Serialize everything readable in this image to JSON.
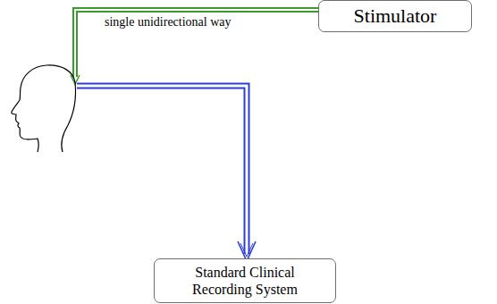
{
  "diagram": {
    "nodes": [
      {
        "text": [
          "Stimulator"
        ]
      },
      {
        "text": [
          "Standard Clinical Recording System"
        ]
      }
    ],
    "labels": [
      "single unidirectional way"
    ]
  }
}
